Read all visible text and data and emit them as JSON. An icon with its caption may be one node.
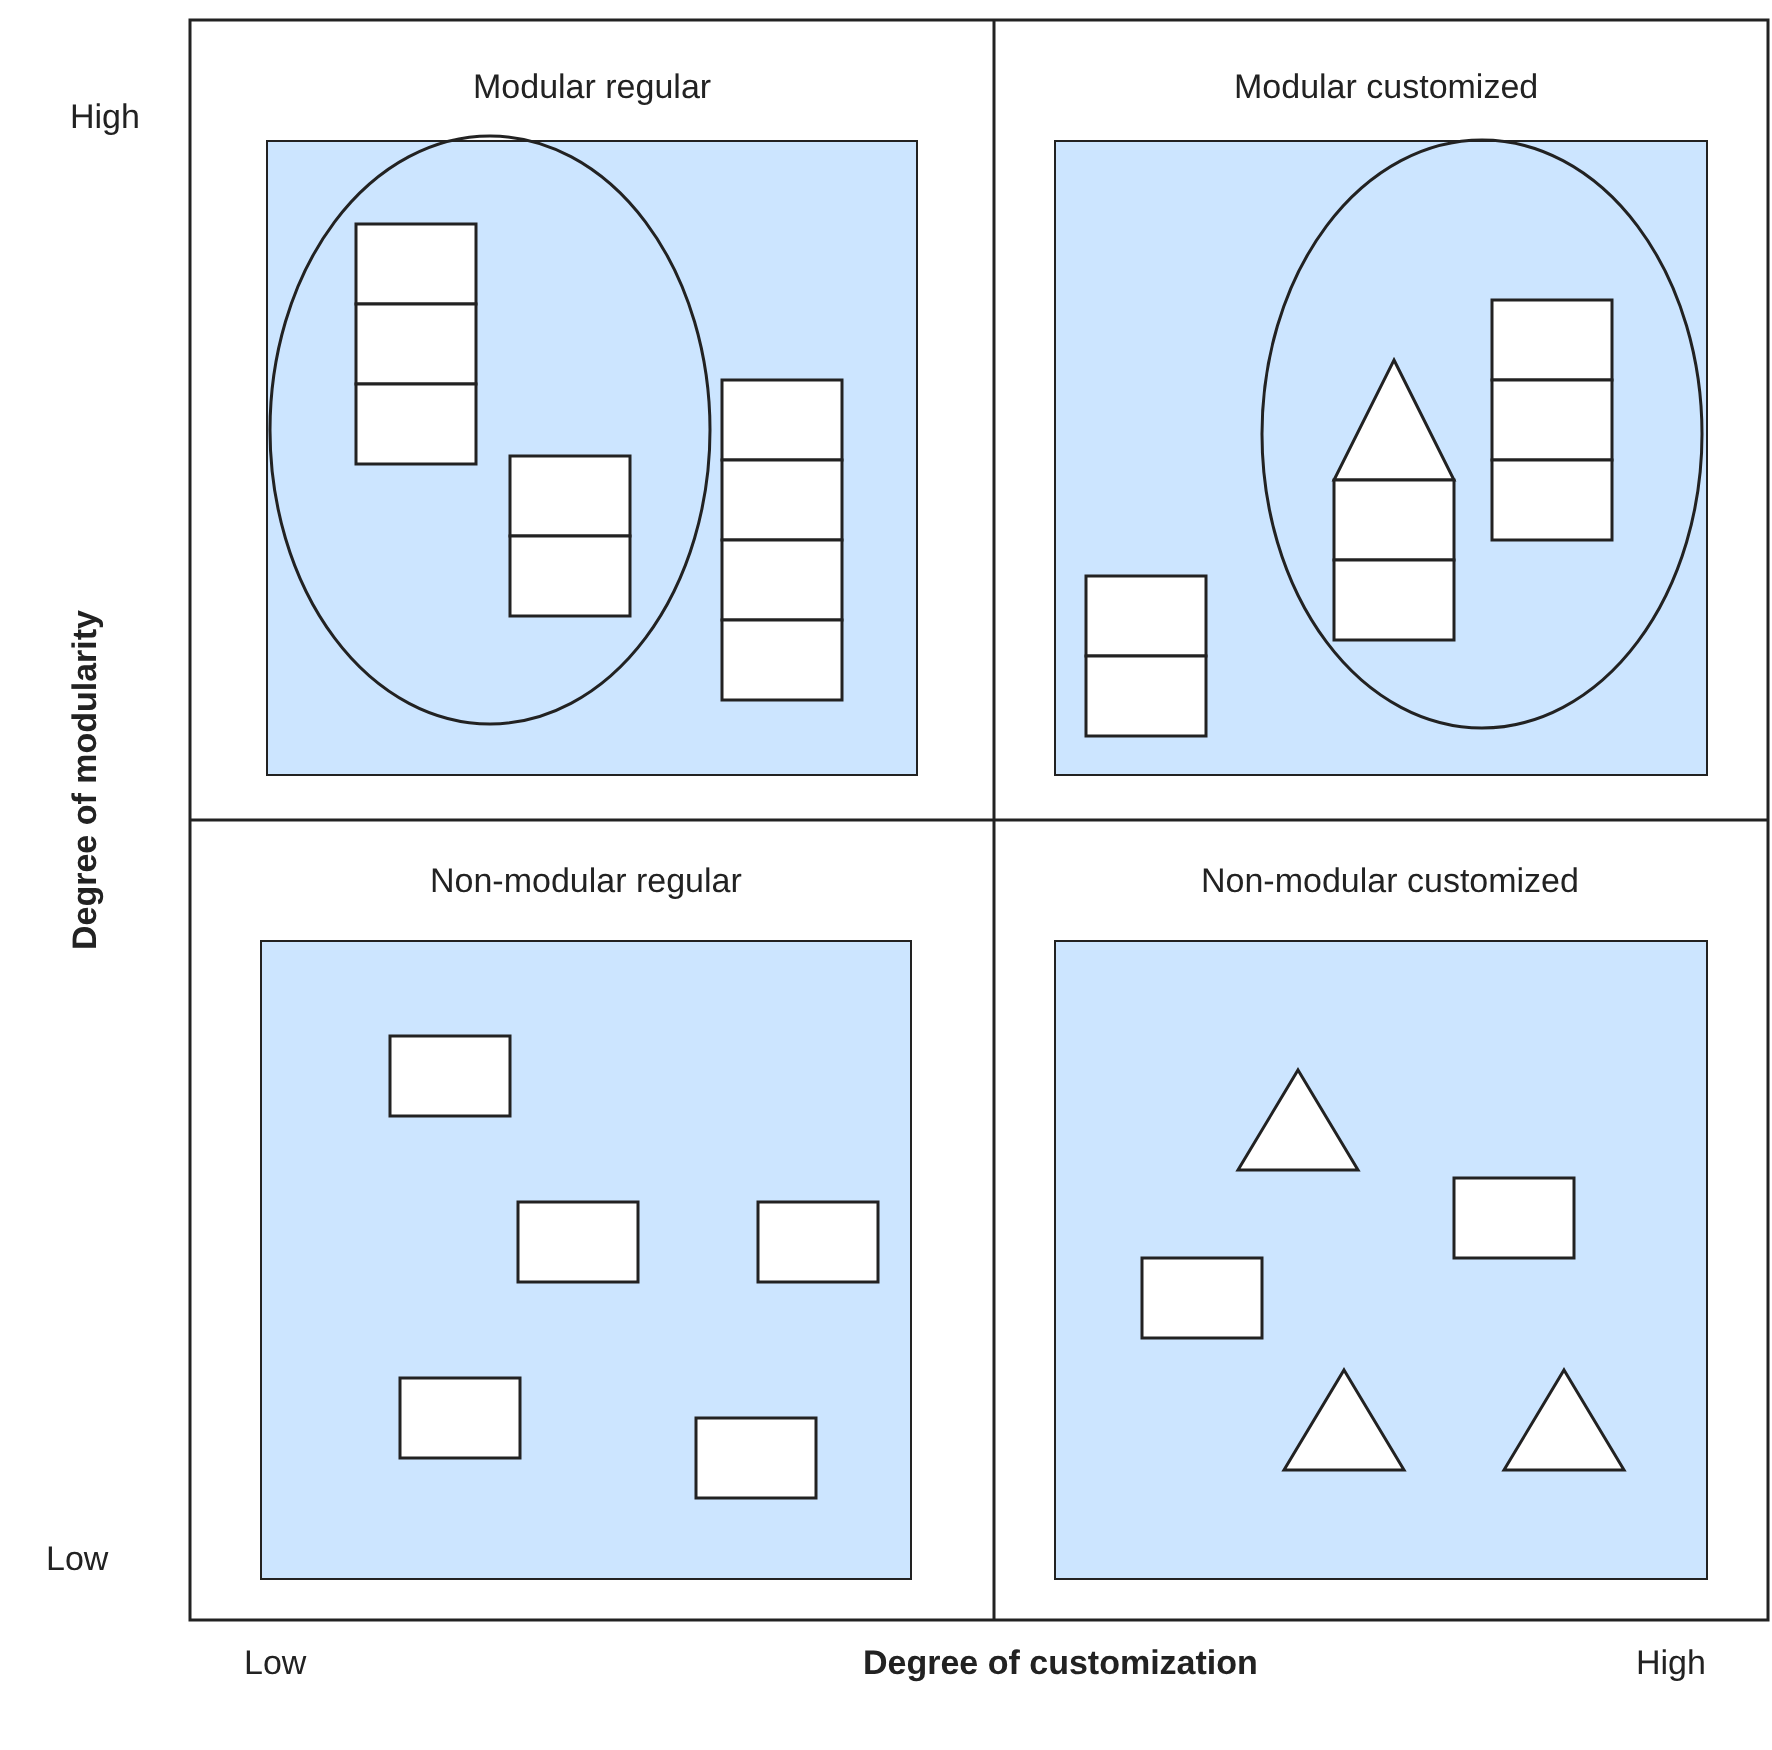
{
  "diagram": {
    "nodes": [
      {
        "text": [
          "Modular regular"
        ]
      },
      {
        "text": [
          "Modular customized"
        ]
      },
      {
        "text": [
          "Non-modular regular"
        ]
      },
      {
        "text": [
          "Non-modular customized"
        ]
      }
    ],
    "labels": [
      "High",
      "Degree of modularity",
      "Low",
      "Low",
      "Degree of customization",
      "High"
    ]
  }
}
